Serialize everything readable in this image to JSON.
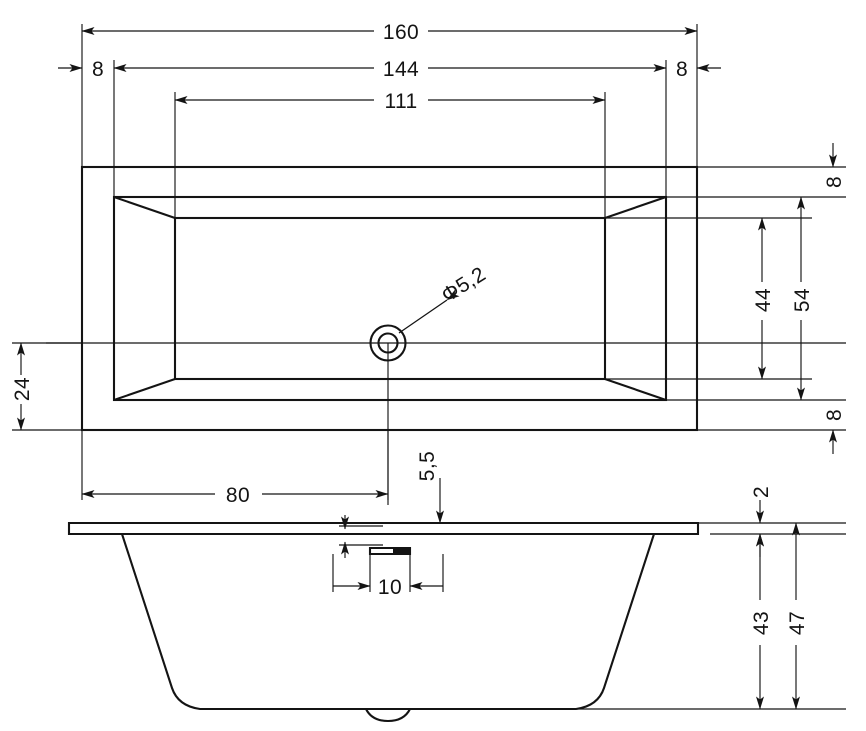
{
  "drawing": {
    "title": "Rectangular bathtub technical drawing",
    "units_note": "",
    "line_color": "#141414",
    "background_color": "#ffffff",
    "views": [
      {
        "name": "plan-view",
        "label": ""
      },
      {
        "name": "cross-section-view",
        "label": ""
      }
    ]
  },
  "dimensions": {
    "overall_length": "160",
    "inner_length": "144",
    "basin_length": "111",
    "rim_left": "8",
    "rim_right": "8",
    "rim_top": "8",
    "rim_bottom": "8",
    "basin_width": "44",
    "inner_width": "54",
    "half_width": "24",
    "drain_offset": "80",
    "drain_diameter": "Φ5,2",
    "overflow_height": "5,5",
    "overflow_width": "10",
    "rim_thickness": "2",
    "inner_depth": "43",
    "overall_depth": "47"
  },
  "labels": [
    {
      "id": "len-160",
      "text": "160"
    },
    {
      "id": "len-144",
      "text": "144"
    },
    {
      "id": "len-111",
      "text": "111"
    },
    {
      "id": "rim-left-8",
      "text": "8"
    },
    {
      "id": "rim-right-8",
      "text": "8"
    },
    {
      "id": "rim-top-8",
      "text": "8"
    },
    {
      "id": "rim-bottom-8",
      "text": "8"
    },
    {
      "id": "width-44",
      "text": "44"
    },
    {
      "id": "width-54",
      "text": "54"
    },
    {
      "id": "width-24",
      "text": "24"
    },
    {
      "id": "offset-80",
      "text": "80"
    },
    {
      "id": "drain-dia",
      "text": "Φ5,2"
    },
    {
      "id": "overflow-55",
      "text": "5,5"
    },
    {
      "id": "overflow-10",
      "text": "10"
    },
    {
      "id": "rim-2",
      "text": "2"
    },
    {
      "id": "depth-43",
      "text": "43"
    },
    {
      "id": "depth-47",
      "text": "47"
    }
  ]
}
